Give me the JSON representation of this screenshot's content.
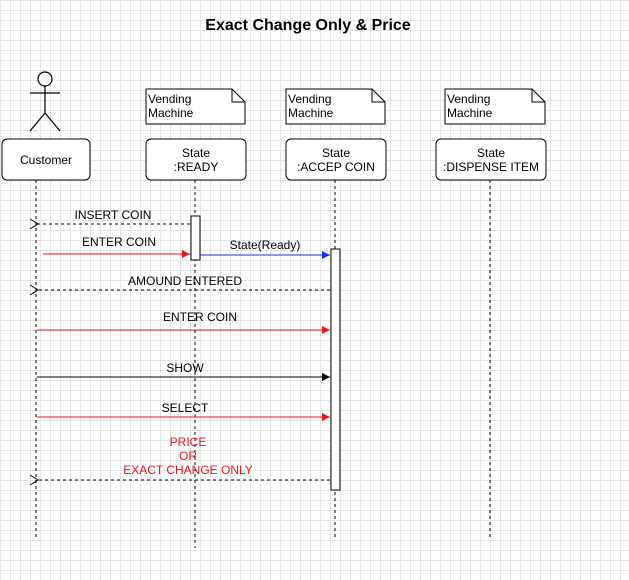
{
  "title": "Exact Change Only & Price",
  "actor": {
    "label": "Customer",
    "icon": "stick-figure-icon"
  },
  "notes": [
    {
      "line1": "Vending",
      "line2": "Machine"
    },
    {
      "line1": "Vending",
      "line2": "Machine"
    },
    {
      "line1": "Vending",
      "line2": "Machine"
    }
  ],
  "lifelines": [
    {
      "line1": "Customer",
      "line2": ""
    },
    {
      "line1": "State",
      "line2": ":READY"
    },
    {
      "line1": "State",
      "line2": ":ACCEP COIN"
    },
    {
      "line1": "State",
      "line2": ":DISPENSE ITEM"
    }
  ],
  "messages": [
    {
      "label": "INSERT COIN",
      "from": 1,
      "to": 0,
      "kind": "return",
      "color": "#000000"
    },
    {
      "label": "ENTER COIN",
      "from": 0,
      "to": 1,
      "kind": "sync",
      "color": "#e8141a"
    },
    {
      "label": "State(Ready)",
      "from": 1,
      "to": 2,
      "kind": "sync",
      "color": "#1a2fe8"
    },
    {
      "label": "AMOUND ENTERED",
      "from": 2,
      "to": 0,
      "kind": "return",
      "color": "#000000"
    },
    {
      "label": "ENTER COIN",
      "from": 0,
      "to": 2,
      "kind": "sync",
      "color": "#e8141a"
    },
    {
      "label": "SHOW",
      "from": 0,
      "to": 2,
      "kind": "sync",
      "color": "#000000"
    },
    {
      "label": "SELECT",
      "from": 0,
      "to": 2,
      "kind": "sync",
      "color": "#e8141a"
    },
    {
      "label": "PRICE",
      "label2": "OR",
      "label3": "EXACT CHANGE ONLY",
      "from": 2,
      "to": 0,
      "kind": "return",
      "color": "#000000",
      "label_color": "#e8141a"
    }
  ]
}
